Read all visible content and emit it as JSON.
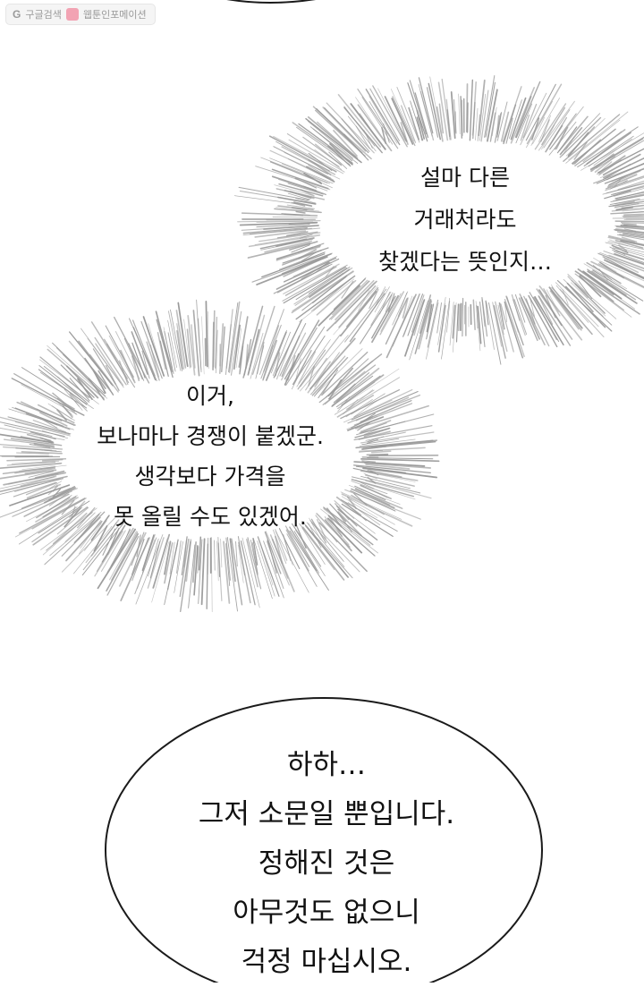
{
  "watermark": {
    "google_label": "구글검색",
    "site_label": "웹툰인포메이션",
    "google_icon": "google-g-icon",
    "site_icon": "webtoon-info-icon"
  },
  "panel": {
    "thought_1": {
      "lines": [
        "설마 다른",
        "거래처라도",
        "찾겠다는 뜻인지…"
      ]
    },
    "thought_2": {
      "lines": [
        "이거,",
        "보나마나 경쟁이 붙겠군.",
        "생각보다 가격을",
        "못 올릴 수도 있겠어."
      ]
    },
    "speech_3": {
      "lines": [
        "하하…",
        "그저 소문일 뿐입니다.",
        "정해진 것은",
        "아무것도 없으니",
        "걱정 마십시오."
      ]
    }
  },
  "colors": {
    "background": "#ffffff",
    "text": "#111111",
    "burst_lines": "#9a9a9a",
    "bubble_outline": "#1a1a1a"
  }
}
